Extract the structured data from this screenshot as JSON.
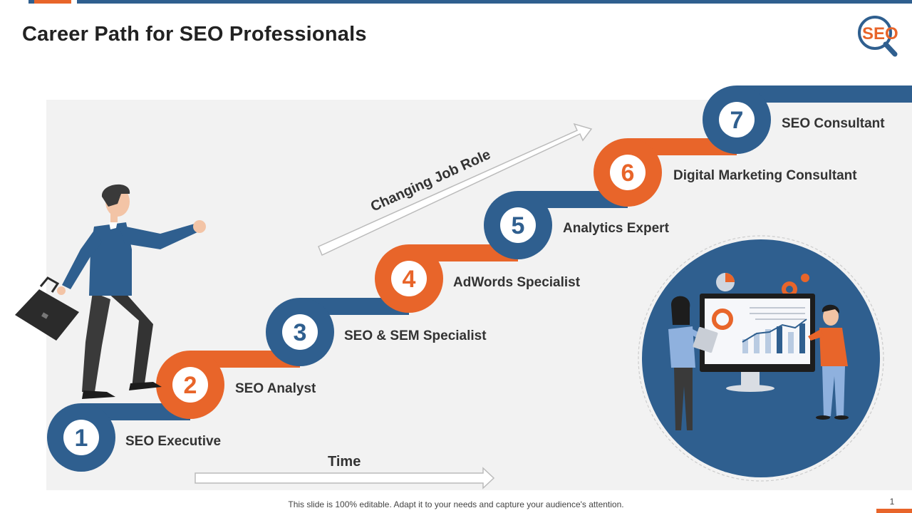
{
  "title": "Career Path for SEO Professionals",
  "logo_text": "SEO",
  "arrow_label": "Changing Job Role",
  "axis_label": "Time",
  "footer": "This slide is 100% editable. Adapt it to your needs and capture your audience's attention.",
  "page_number": "1",
  "colors": {
    "blue": "#2f5f8f",
    "orange": "#e8652a"
  },
  "steps": [
    {
      "number": "1",
      "label": "SEO Executive",
      "color": "blue"
    },
    {
      "number": "2",
      "label": "SEO Analyst",
      "color": "orange"
    },
    {
      "number": "3",
      "label": "SEO & SEM Specialist",
      "color": "blue"
    },
    {
      "number": "4",
      "label": "AdWords Specialist",
      "color": "orange"
    },
    {
      "number": "5",
      "label": "Analytics Expert",
      "color": "blue"
    },
    {
      "number": "6",
      "label": "Digital Marketing Consultant",
      "color": "orange"
    },
    {
      "number": "7",
      "label": "SEO Consultant",
      "color": "blue"
    }
  ],
  "icons": [
    "businessman-climbing-icon",
    "briefcase-icon",
    "analytics-team-illustration",
    "seo-magnifier-logo"
  ]
}
